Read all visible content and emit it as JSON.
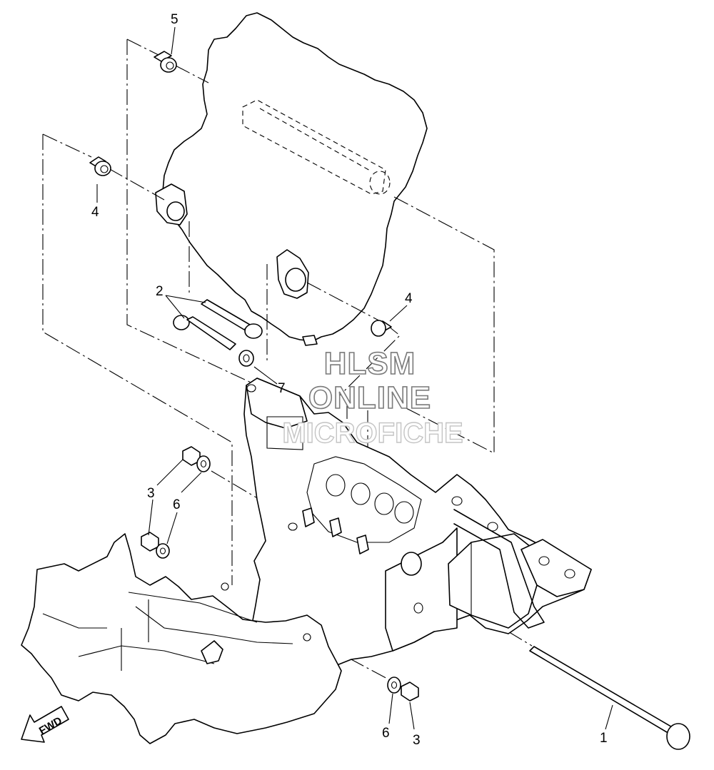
{
  "diagram": {
    "callouts": [
      {
        "id": "1",
        "label": "1"
      },
      {
        "id": "2",
        "label": "2"
      },
      {
        "id": "3a",
        "label": "3"
      },
      {
        "id": "3b",
        "label": "3"
      },
      {
        "id": "4a",
        "label": "4"
      },
      {
        "id": "4b",
        "label": "4"
      },
      {
        "id": "5",
        "label": "5"
      },
      {
        "id": "6a",
        "label": "6"
      },
      {
        "id": "6b",
        "label": "6"
      },
      {
        "id": "7",
        "label": "7"
      }
    ],
    "watermark": {
      "line1": "HLSM",
      "line2": "ONLINE",
      "line3": "MICROFICHE"
    },
    "fwd_label": "FWD"
  }
}
